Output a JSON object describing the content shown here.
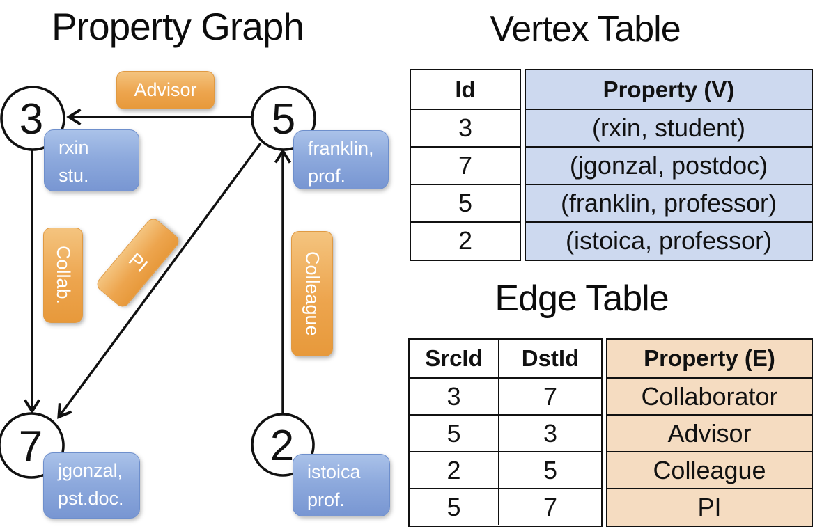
{
  "graph": {
    "title": "Property Graph",
    "vertices": [
      {
        "id": "3",
        "label": [
          "rxin",
          "stu."
        ]
      },
      {
        "id": "5",
        "label": [
          "franklin,",
          "prof."
        ]
      },
      {
        "id": "7",
        "label": [
          "jgonzal,",
          "pst.doc."
        ]
      },
      {
        "id": "2",
        "label": [
          "istoica",
          "prof."
        ]
      }
    ],
    "edges": [
      {
        "label": "Advisor",
        "from": "5",
        "to": "3"
      },
      {
        "label": "Collab.",
        "from": "3",
        "to": "7"
      },
      {
        "label": "PI",
        "from": "5",
        "to": "7"
      },
      {
        "label": "Colleague",
        "from": "2",
        "to": "5"
      }
    ]
  },
  "vertex_table": {
    "title": "Vertex Table",
    "columns": [
      "Id",
      "Property (V)"
    ],
    "rows": [
      [
        "3",
        "(rxin, student)"
      ],
      [
        "7",
        "(jgonzal, postdoc)"
      ],
      [
        "5",
        "(franklin, professor)"
      ],
      [
        "2",
        "(istoica, professor)"
      ]
    ]
  },
  "edge_table": {
    "title": "Edge Table",
    "columns": [
      "SrcId",
      "DstId",
      "Property (E)"
    ],
    "rows": [
      [
        "3",
        "7",
        "Collaborator"
      ],
      [
        "5",
        "3",
        "Advisor"
      ],
      [
        "2",
        "5",
        "Colleague"
      ],
      [
        "5",
        "7",
        "PI"
      ]
    ]
  },
  "colors": {
    "edge_label_orange": "#eda54e",
    "vertex_property_blue": "#8eaadd",
    "vertex_table_fill": "#cdd9ef",
    "edge_table_fill": "#f5dcc1",
    "line_black": "#111111",
    "node_fill": "#ffffff"
  }
}
